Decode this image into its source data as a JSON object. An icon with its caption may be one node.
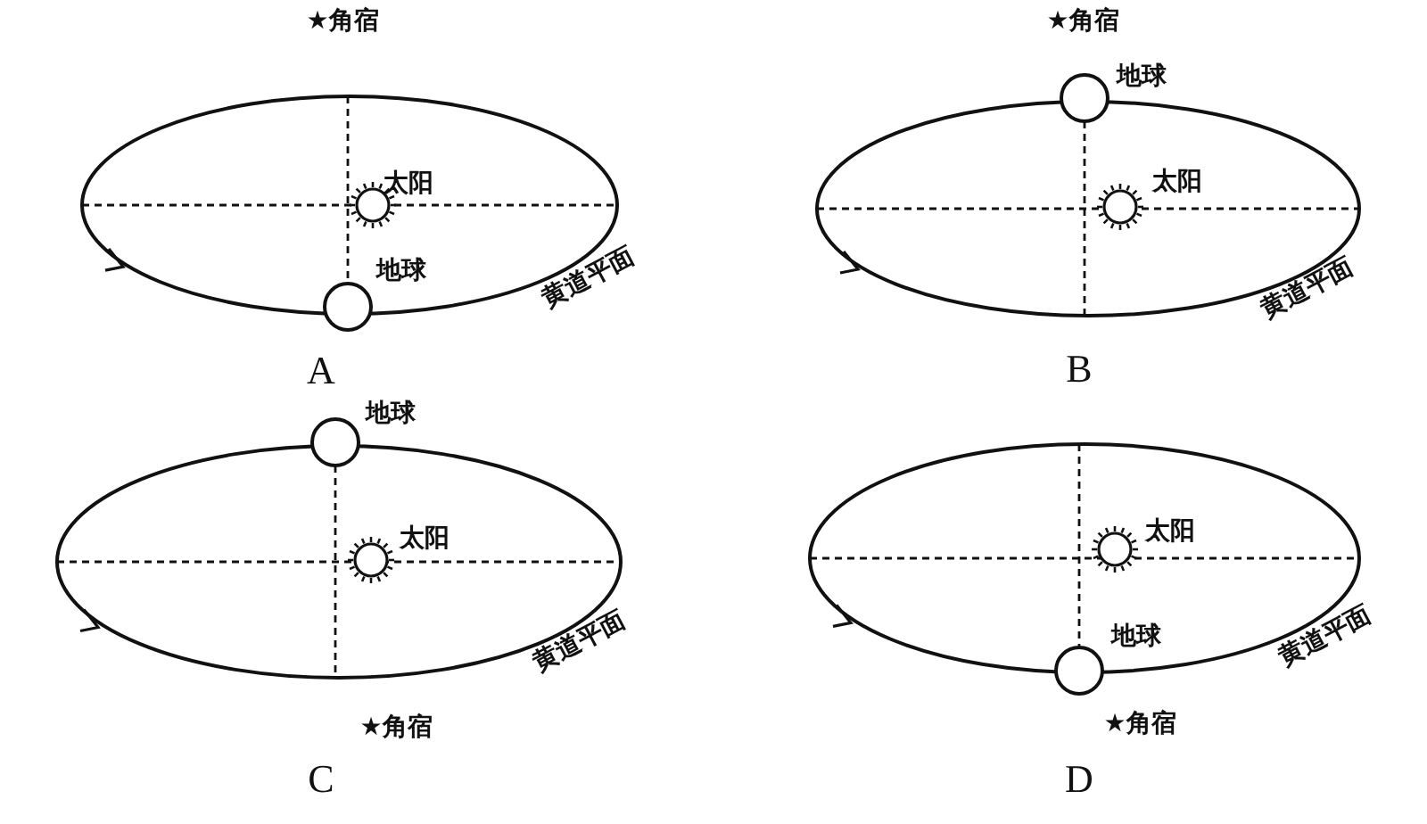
{
  "diagram": {
    "labels": [
      "★角宿",
      "太阳",
      "地球",
      "黄道平面",
      "A",
      "★角宿",
      "地球",
      "太阳",
      "黄道平面",
      "B",
      "地球",
      "太阳",
      "黄道平面",
      "★角宿",
      "C",
      "太阳",
      "地球",
      "黄道平面",
      "★角宿",
      "D"
    ]
  }
}
